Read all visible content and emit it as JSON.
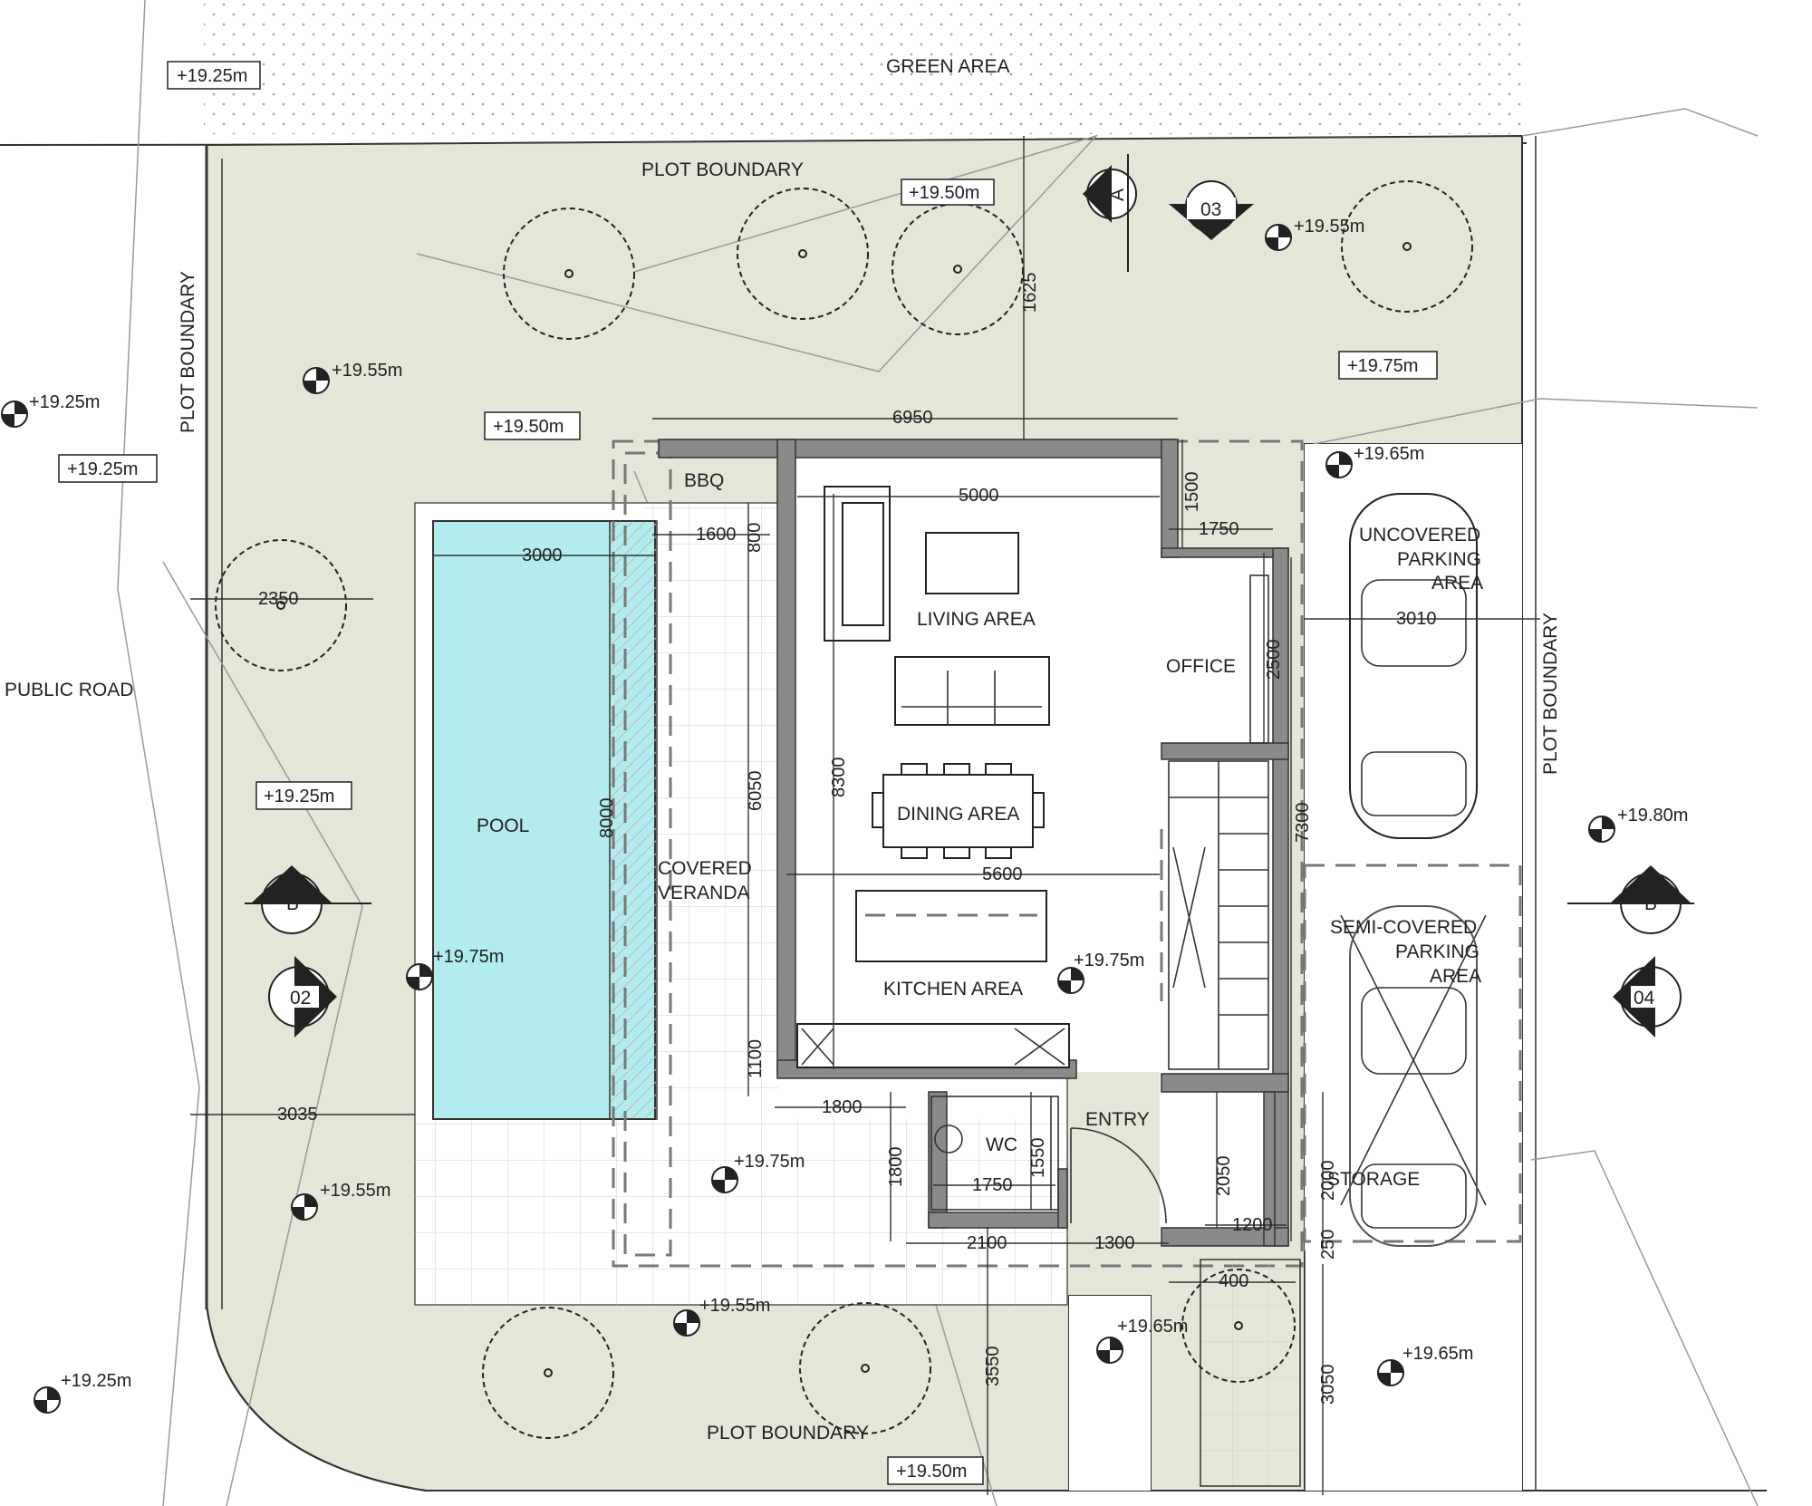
{
  "rooms": {
    "green_area": "GREEN AREA",
    "plot_boundary": "PLOT BOUNDARY",
    "public_road": "PUBLIC ROAD",
    "bbq": "BBQ",
    "pool": "POOL",
    "covered_veranda_1": "COVERED",
    "covered_veranda_2": "VERANDA",
    "living_area": "LIVING AREA",
    "dining_area": "DINING AREA",
    "kitchen_area": "KITCHEN AREA",
    "office": "OFFICE",
    "entry": "ENTRY",
    "wc": "WC",
    "storage": "STORAGE",
    "uncovered_parking_1": "UNCOVERED",
    "uncovered_parking_2": "PARKING",
    "uncovered_parking_3": "AREA",
    "semi_covered_1": "SEMI-COVERED",
    "semi_covered_2": "PARKING",
    "semi_covered_3": "AREA"
  },
  "levels": {
    "top_left_box": "+19.25m",
    "left_box": "+19.25m",
    "left_marker": "+19.25m",
    "top_mid_box": "+19.50m",
    "top_center_box": "+19.50m",
    "top_right_marker": "+19.55m",
    "right_box": "+19.75m",
    "garden_marker": "+19.55m",
    "parking_marker": "+19.65m",
    "far_right_marker": "+19.80m",
    "pool_box": "+19.25m",
    "pool_marker": "+19.75m",
    "kitchen_marker": "+19.75m",
    "bottom_left_marker": "+19.55m",
    "terrace_marker": "+19.75m",
    "bottom_mid_marker": "+19.55m",
    "bottom_right_marker_1": "+19.65m",
    "bottom_right_marker_2": "+19.65m",
    "bottom_far_left_marker": "+19.25m",
    "bottom_box": "+19.50m"
  },
  "dimensions": {
    "d6950": "6950",
    "d5000": "5000",
    "d1500": "1500",
    "d1750_top": "1750",
    "d1600": "1600",
    "d800": "800",
    "d3000": "3000",
    "d2350": "2350",
    "d2500": "2500",
    "d3010": "3010",
    "d8300": "8300",
    "d6050": "6050",
    "d8000": "8000",
    "d5600": "5600",
    "d7300": "7300",
    "d1100": "1100",
    "d1800_h": "1800",
    "d1800_v": "1800",
    "d1550": "1550",
    "d1750_wc": "1750",
    "d2050": "2050",
    "d2000": "2000",
    "d1200": "1200",
    "d250": "250",
    "d2100": "2100",
    "d1300": "1300",
    "d3035": "3035",
    "d3550": "3550",
    "d3050": "3050",
    "d400": "400",
    "d1625": "1625"
  },
  "section_markers": {
    "a": "A",
    "b_left": "B",
    "b_right": "B",
    "v03": "03",
    "v02": "02",
    "v04": "04"
  }
}
